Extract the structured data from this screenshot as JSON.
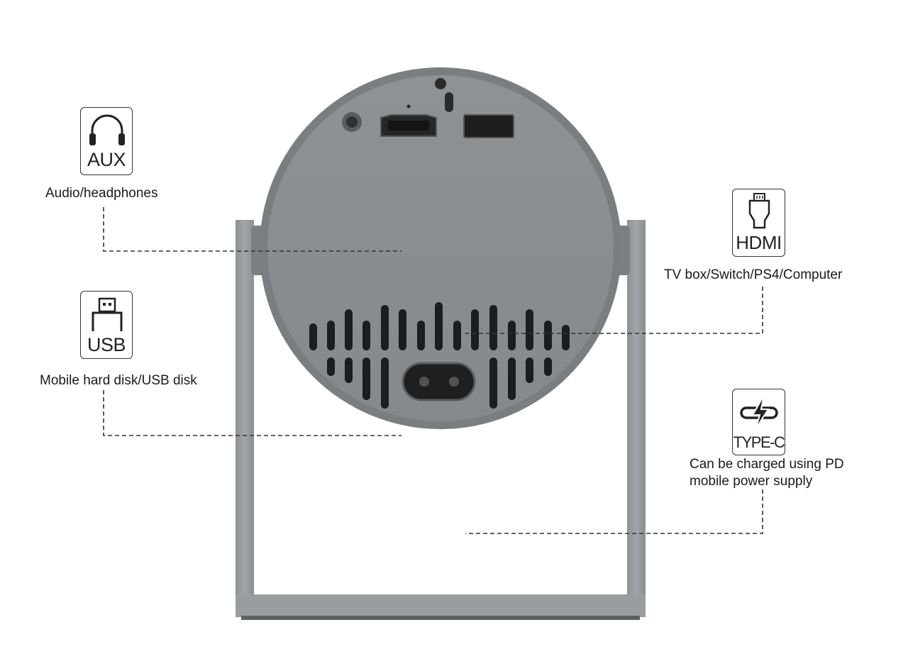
{
  "ports": {
    "aux": {
      "icon": "headphones-icon",
      "label": "AUX",
      "caption": "Audio/headphones"
    },
    "usb": {
      "icon": "usb-icon",
      "label": "USB",
      "caption": "Mobile hard disk/USB disk"
    },
    "hdmi": {
      "icon": "hdmi-icon",
      "label": "HDMI",
      "caption": "TV box/Switch/PS4/Computer"
    },
    "typec": {
      "icon": "type-c-charge-icon",
      "label": "TYPE-C",
      "caption_line1": "Can be charged using PD",
      "caption_line2": "mobile power supply"
    }
  },
  "colors": {
    "device_body": "#8a8d8e",
    "device_rim": "#7b7e80",
    "stand": "#9a9d9f",
    "port_dark": "#2a2a2a",
    "line": "#333333"
  }
}
